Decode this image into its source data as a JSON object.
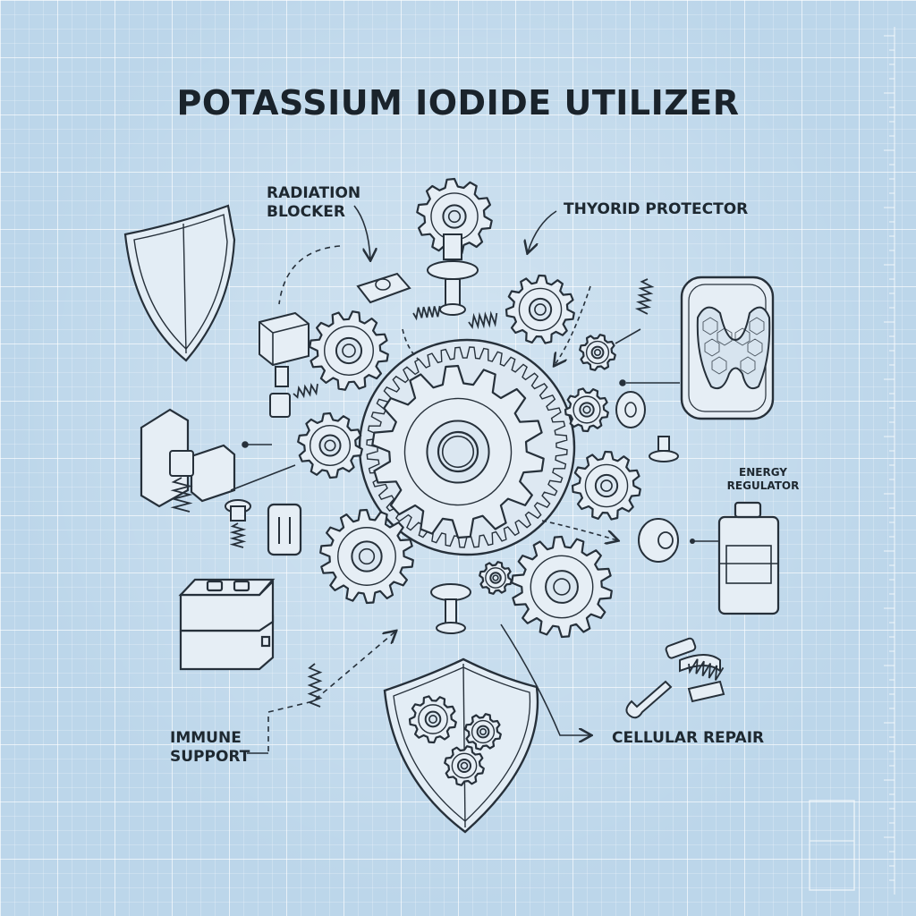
{
  "title": "POTASSIUM IODIDE UTILIZER",
  "labels": {
    "radiation_blocker": "RADIATION\nBLOCKER",
    "thyroid_protector": "THYORID PROTECTOR",
    "energy_regulator": "ENERGY\nREGULATOR",
    "immune_support": "IMMUNE\nSUPPORT",
    "cellular_repair": "CELLULAR REPAIR"
  },
  "colors": {
    "background": "#bcd6ea",
    "line": "#26303a",
    "part_fill": "#e6eef5"
  },
  "icons": [
    "shield-icon",
    "thyroid-icon",
    "battery-icon",
    "wrench-icon",
    "gear-icon",
    "spring-icon",
    "capacitor-icon"
  ]
}
